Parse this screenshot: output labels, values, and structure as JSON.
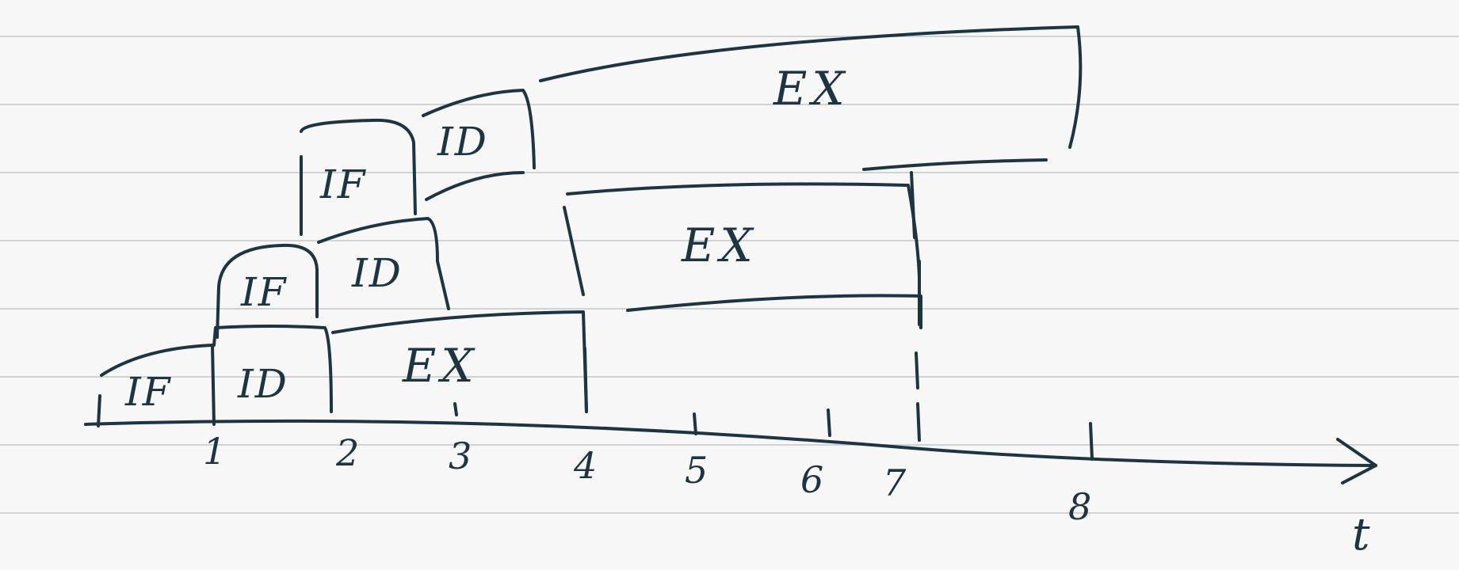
{
  "ticks": [
    "1",
    "2",
    "3",
    "4",
    "5",
    "6",
    "7",
    "8"
  ],
  "axis_label": "t",
  "stages": {
    "row1": [
      "IF",
      "ID",
      "EX"
    ],
    "row2": [
      "IF",
      "ID",
      "EX"
    ],
    "row3": [
      "IF",
      "ID",
      "EX"
    ]
  }
}
